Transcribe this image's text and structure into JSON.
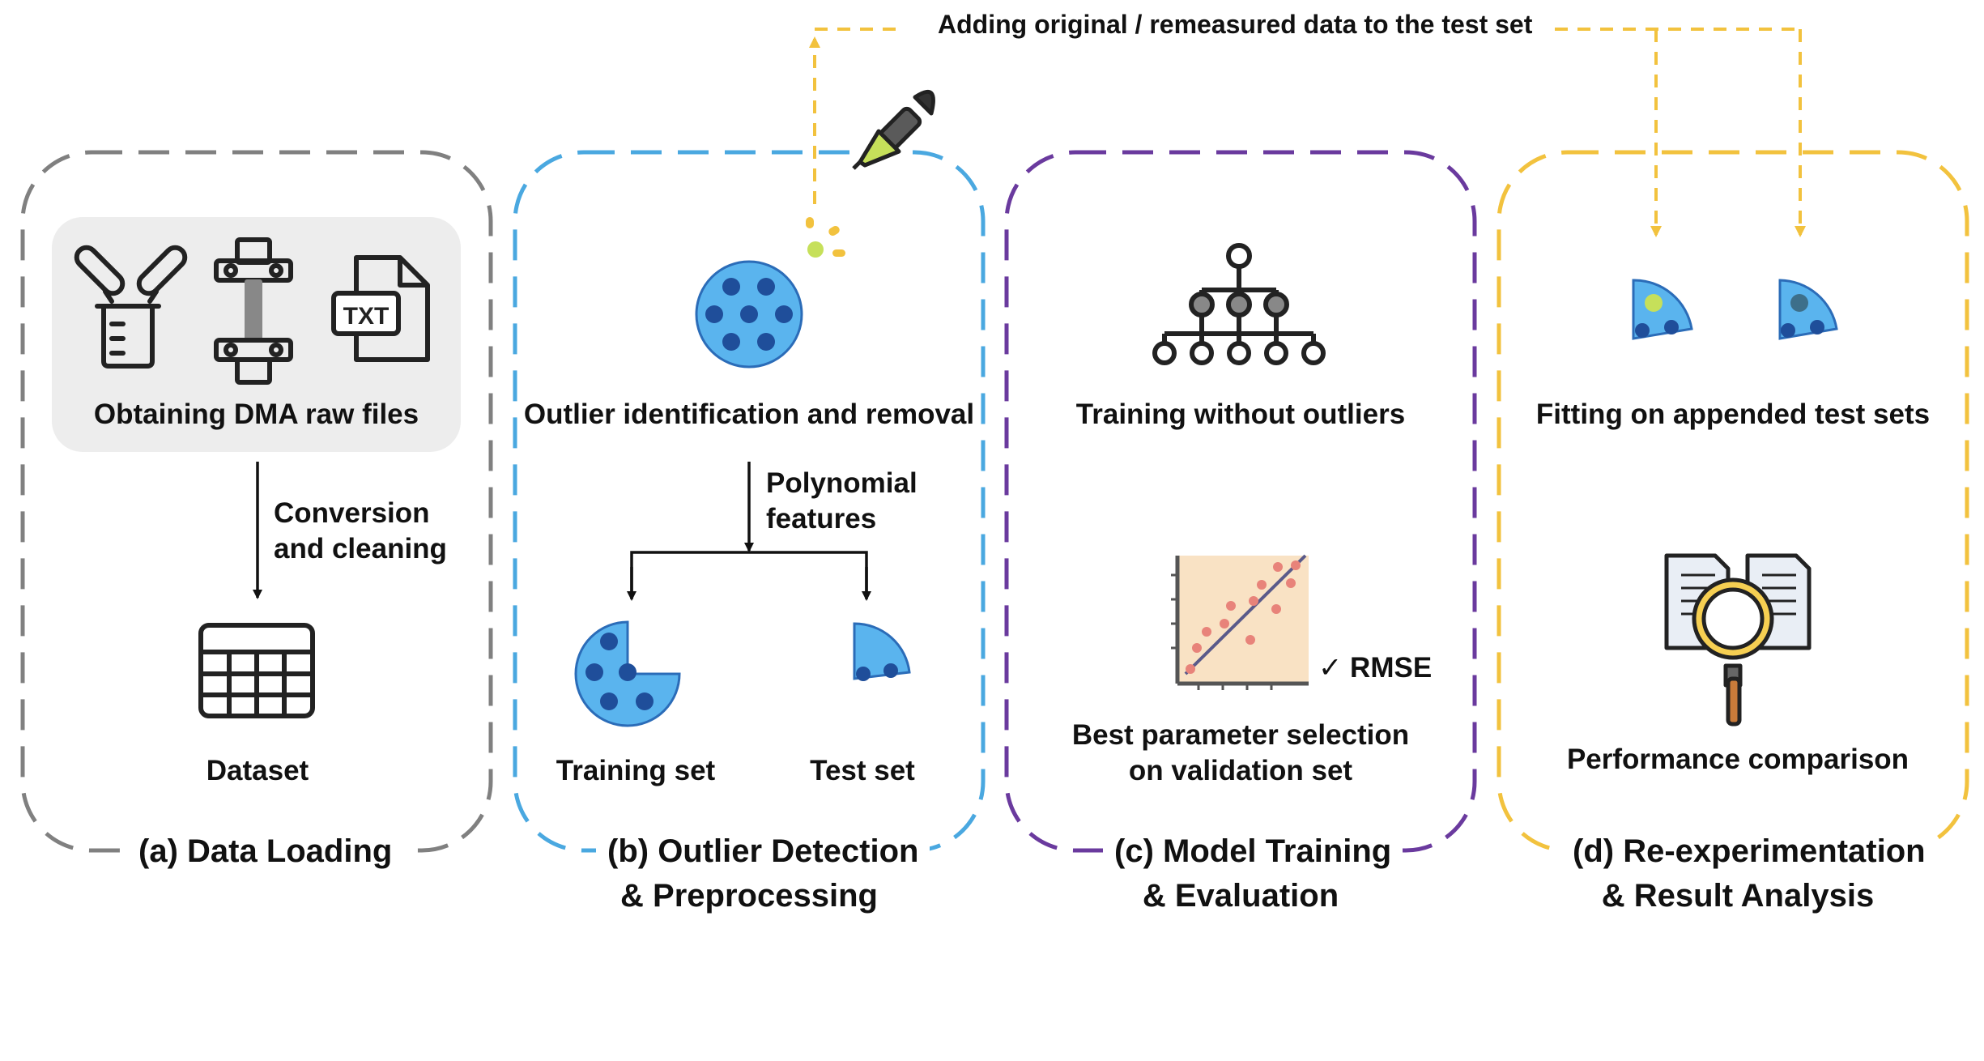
{
  "top_arrow_label": "Adding original / remeasured data to the test set",
  "colors": {
    "panel_a": "#808080",
    "panel_b": "#4aa8e0",
    "panel_c": "#6a3a9e",
    "panel_d": "#f2c23e",
    "pie_blue": "#5ab4ee",
    "pie_dot": "#1f4e9a",
    "highlight_dot": "#c6e05a"
  },
  "panels": {
    "a": {
      "caption": "(a) Data Loading",
      "icons": [
        "test-tubes-icon",
        "tensile-tester-icon",
        "txt-file-icon",
        "table-icon"
      ],
      "raw_files_label": "Obtaining DMA raw files",
      "arrow_label_line1": "Conversion",
      "arrow_label_line2": "and cleaning",
      "dataset_label": "Dataset"
    },
    "b": {
      "caption_line1": "(b) Outlier Detection",
      "caption_line2": "& Preprocessing",
      "icons": [
        "dropper-icon",
        "data-pie-icon"
      ],
      "outlier_label": "Outlier identification and removal",
      "arrow_label_line1": "Polynomial",
      "arrow_label_line2": "features",
      "training_label": "Training set",
      "test_label": "Test set"
    },
    "c": {
      "caption_line1": "(c) Model Training",
      "caption_line2": "& Evaluation",
      "icons": [
        "tree-network-icon",
        "scatter-plot-icon"
      ],
      "training_label": "Training without outliers",
      "rmse_label": "✓ RMSE",
      "selection_line1": "Best parameter selection",
      "selection_line2": "on validation set"
    },
    "d": {
      "caption_line1": "(d) Re-experimentation",
      "caption_line2": "& Result Analysis",
      "icons": [
        "appended-test-set-icon",
        "document-magnifier-icon"
      ],
      "fitting_label": "Fitting on appended test sets",
      "performance_label": "Performance comparison"
    }
  }
}
